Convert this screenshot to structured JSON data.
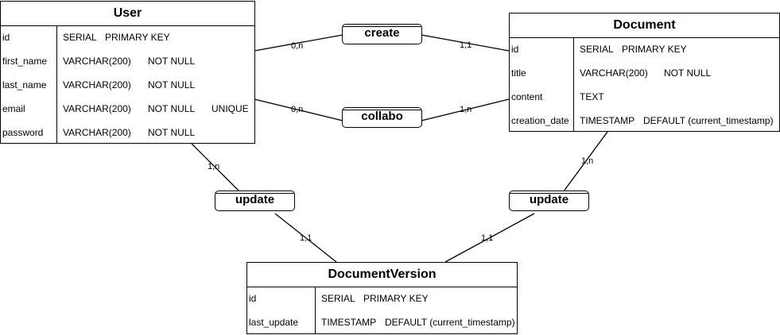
{
  "entities": {
    "user": {
      "title": "User",
      "rows": [
        {
          "name": "id",
          "type": "SERIAL",
          "constraint": "PRIMARY KEY",
          "extra": ""
        },
        {
          "name": "first_name",
          "type": "VARCHAR(200)",
          "constraint": "NOT NULL",
          "extra": ""
        },
        {
          "name": "last_name",
          "type": "VARCHAR(200)",
          "constraint": "NOT NULL",
          "extra": ""
        },
        {
          "name": "email",
          "type": "VARCHAR(200)",
          "constraint": "NOT NULL",
          "extra": "UNIQUE"
        },
        {
          "name": "password",
          "type": "VARCHAR(200)",
          "constraint": "NOT NULL",
          "extra": ""
        }
      ]
    },
    "document": {
      "title": "Document",
      "rows": [
        {
          "name": "id",
          "type": "SERIAL",
          "constraint": "PRIMARY KEY"
        },
        {
          "name": "title",
          "type": "VARCHAR(200)",
          "constraint": "NOT NULL"
        },
        {
          "name": "content",
          "type": "TEXT",
          "constraint": ""
        },
        {
          "name": "creation_date",
          "type": "TIMESTAMP",
          "constraint": "DEFAULT (current_timestamp)"
        }
      ]
    },
    "document_version": {
      "title": "DocumentVersion",
      "rows": [
        {
          "name": "id",
          "type": "SERIAL",
          "constraint": "PRIMARY KEY"
        },
        {
          "name": "last_update",
          "type": "TIMESTAMP",
          "constraint": "DEFAULT (current_timestamp)"
        }
      ]
    }
  },
  "relations": {
    "create": "create",
    "collabo": "collabo",
    "update_user": "update",
    "update_document": "update"
  },
  "cardinalities": {
    "create_user": "0,n",
    "create_document": "1,1",
    "collabo_user": "0,n",
    "collabo_document": "1,n",
    "update_user_user": "1,n",
    "update_user_version": "1,1",
    "update_document_document": "1,n",
    "update_document_version": "1,1"
  }
}
